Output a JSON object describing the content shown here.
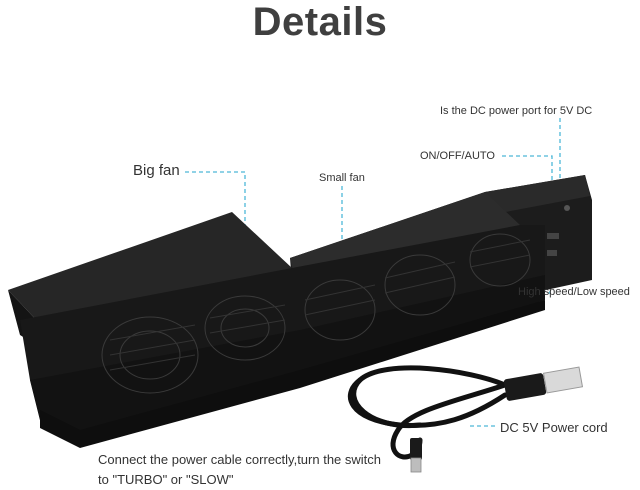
{
  "title": "Details",
  "labels": {
    "big_fan": "Big fan",
    "small_fan": "Small fan",
    "dc_port": "Is the DC power port for 5V DC",
    "on_off_auto": "ON/OFF/AUTO",
    "speed": "High speed/Low speed",
    "power_cord": "DC 5V Power cord",
    "connect_note": "Connect the power cable correctly,turn the switch to \"TURBO\" or \"SLOW\""
  },
  "colors": {
    "leader_line": "#4db8d8",
    "device_body": "#1f1f1f",
    "device_top": "#2c2c2c",
    "title_text": "#3f3f3f"
  }
}
